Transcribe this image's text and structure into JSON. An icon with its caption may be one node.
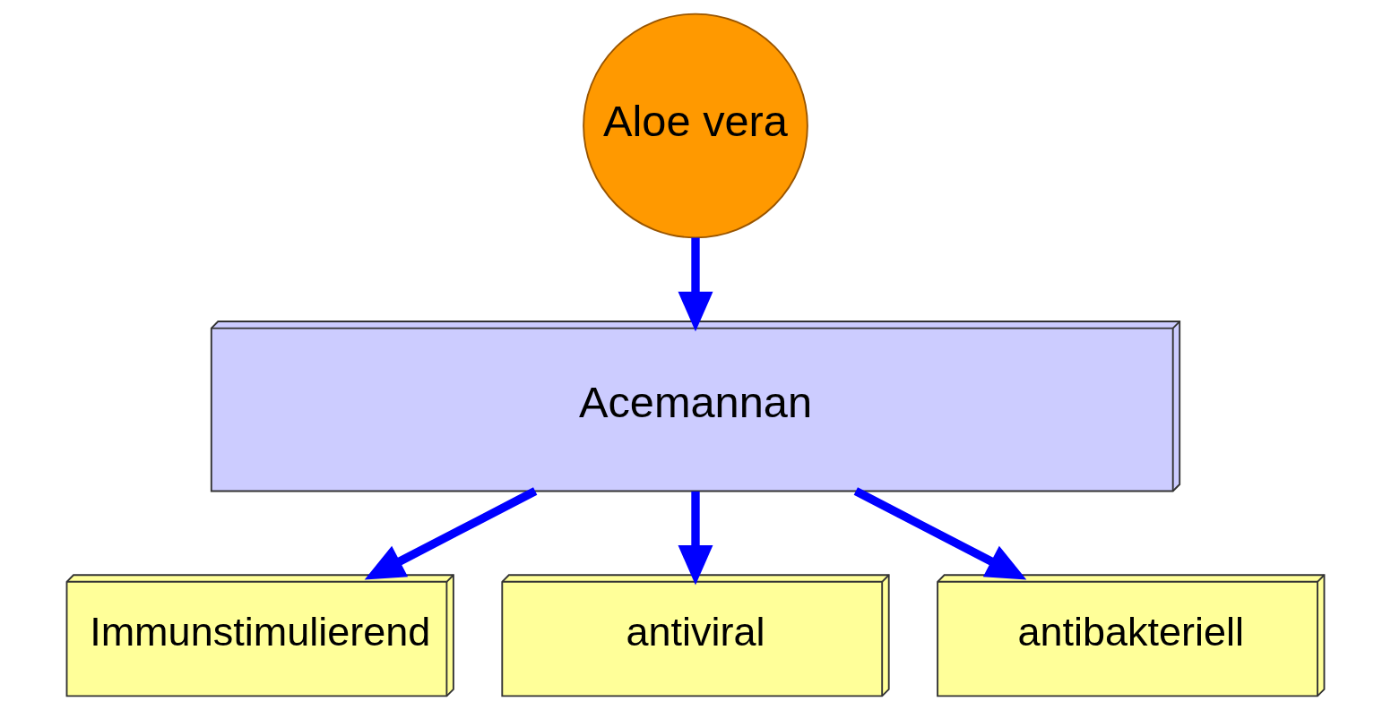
{
  "diagram": {
    "nodes": [
      {
        "text": [
          "Aloe vera"
        ]
      },
      {
        "text": [
          "Acemannan"
        ]
      },
      {
        "text": [
          "Immunstimulierend"
        ]
      },
      {
        "text": [
          "antiviral"
        ]
      },
      {
        "text": [
          "antibakteriell"
        ]
      }
    ],
    "edges": [
      {
        "from": 0,
        "to": 1,
        "arrow": "to"
      },
      {
        "from": 1,
        "to": 2,
        "arrow": "to"
      },
      {
        "from": 1,
        "to": 3,
        "arrow": "to"
      },
      {
        "from": 1,
        "to": 4,
        "arrow": "to"
      }
    ]
  }
}
